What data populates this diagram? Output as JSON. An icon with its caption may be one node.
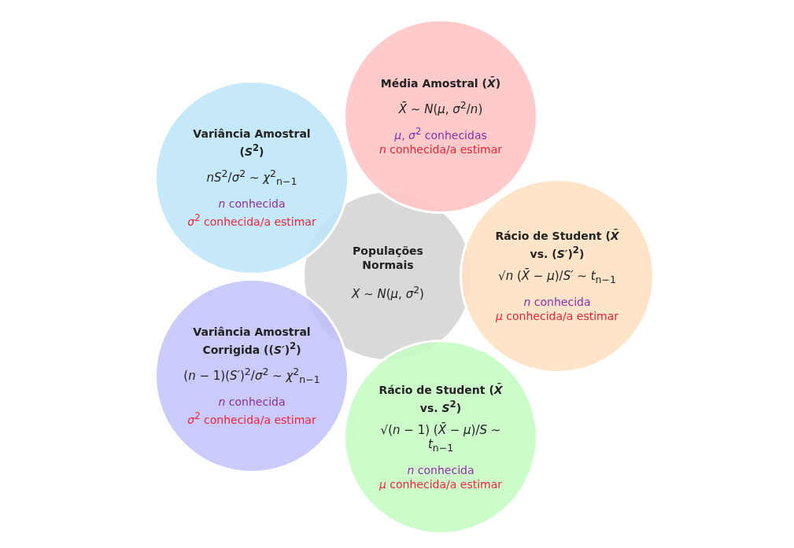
{
  "diagram": {
    "nodes": [
      {
        "text": [
          "Média Amostral (*X̄*)",
          "*X̄* ∼ *N*(*μ*, *σ*$^{2}$/*n*)",
          "*μ*, *σ*$^{2}$ conhecidas",
          "*n* conhecida/a estimar"
        ]
      },
      {
        "text": [
          "Variância Amostral (*S*$^{2}$)",
          "*nS*$^{2}$/*σ*$^{2}$ ∼ *χ*$^{2}$$_{n−1}$",
          "*n* conhecida",
          "*σ*$^{2}$ conhecida/a estimar"
        ]
      },
      {
        "text": [
          "Populações Normais",
          "*X* ∼ *N*(*μ*, *σ*$^{2}$)"
        ]
      },
      {
        "text": [
          "Rácio de Student (*X̄* vs. (*S′*)$^{2}$)",
          "√*n* (*X̄* − *μ*)/*S′* ∼ *t*$_{n−1}$",
          "*n* conhecida",
          "*μ* conhecida/a estimar"
        ]
      },
      {
        "text": [
          "Variância Amostral Corrigida ((*S′*)$^{2}$)",
          "(*n* − 1)(*S′*)$^{2}$/*σ*$^{2}$ ∼ *χ*$^{2}$$_{n−1}$",
          "*n* conhecida",
          "*σ*$^{2}$ conhecida/a estimar"
        ]
      },
      {
        "text": [
          "Rácio de Student (*X̄* vs. *S*$^{2}$)",
          "√(*n* − 1) (*X̄* − *μ*)/*S* ∼ *t*$_{n−1}$",
          "*n* conhecida",
          "*μ* conhecida/a estimar"
        ]
      }
    ]
  }
}
